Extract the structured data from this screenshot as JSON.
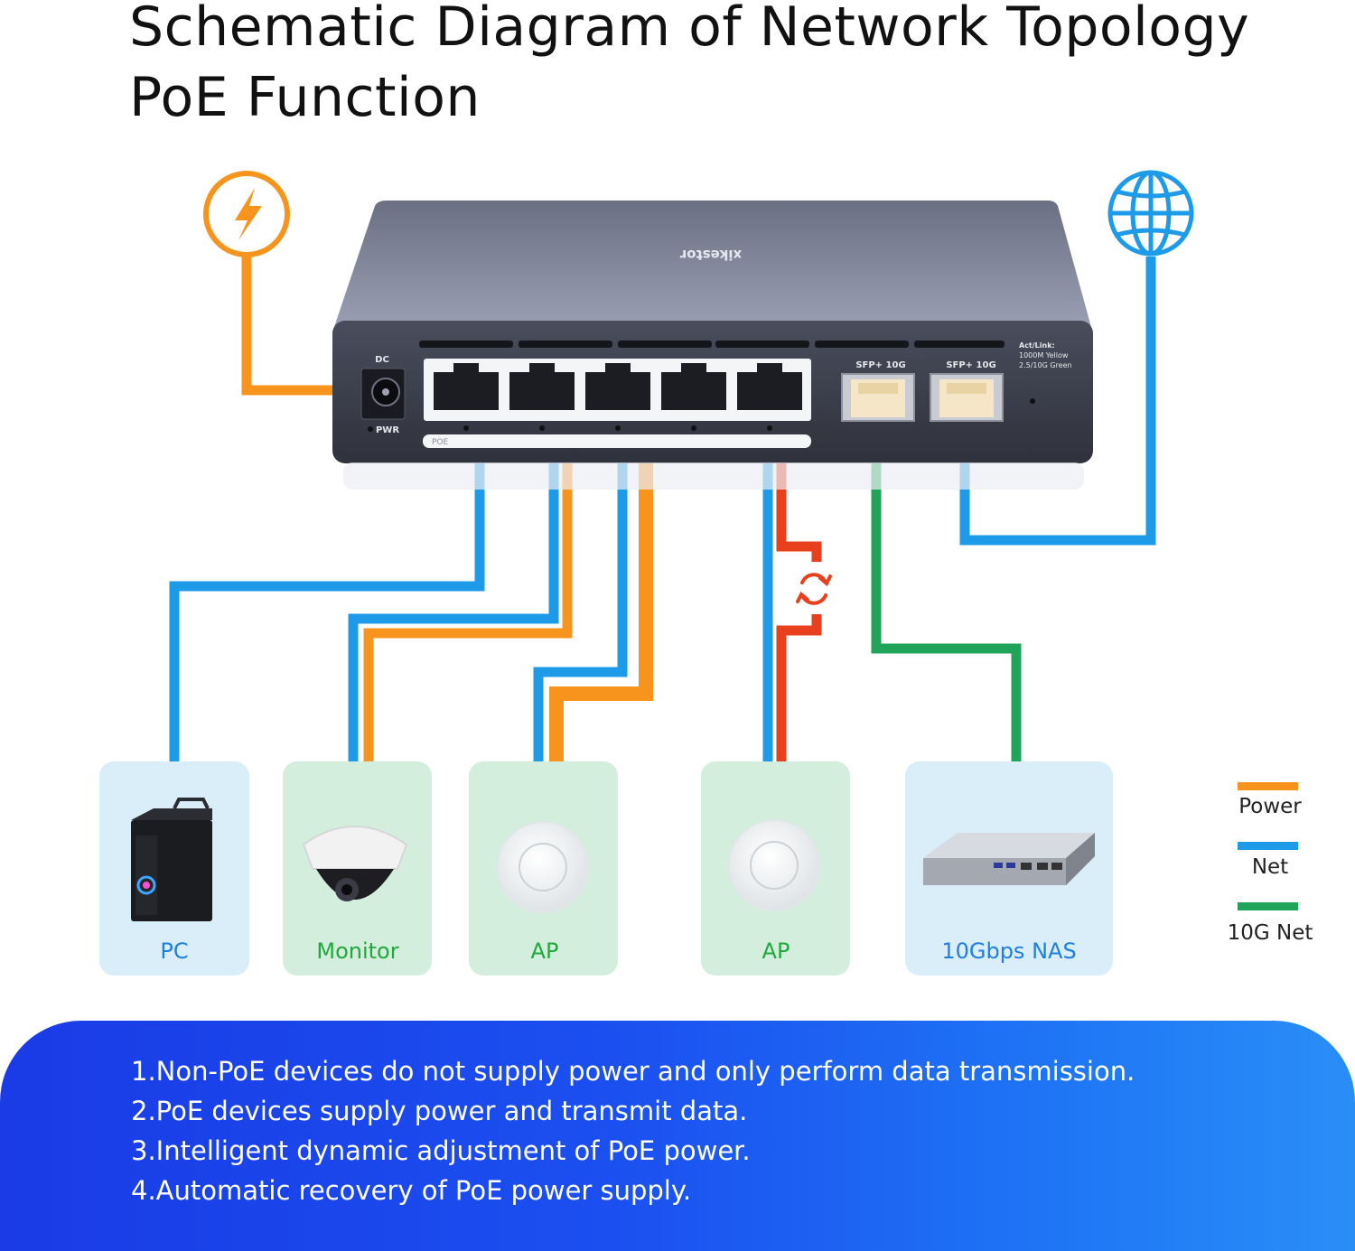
{
  "title": {
    "line1": "Schematic Diagram of Network Topology",
    "line2": "PoE Function"
  },
  "switch": {
    "brand": "xikestor",
    "dc_label": "DC",
    "pwr_label": "PWR",
    "sfp_label_1": "SFP+ 10G",
    "sfp_label_2": "SFP+ 10G",
    "led_title": "Act/Link:",
    "led_line1": "1000M   Yellow",
    "led_line2": "2.5/10G  Green",
    "poe_strip": "POE"
  },
  "devices": [
    {
      "label": "PC",
      "icon": "pc-tower-icon",
      "label_color": "#1e7fe0"
    },
    {
      "label": "Monitor",
      "icon": "dome-camera-icon",
      "label_color": "#22a83a"
    },
    {
      "label": "AP",
      "icon": "access-point-icon",
      "label_color": "#22a83a"
    },
    {
      "label": "AP",
      "icon": "access-point-icon",
      "label_color": "#22a83a"
    },
    {
      "label": "10Gbps NAS",
      "icon": "nas-icon",
      "label_color": "#1e7fe0"
    }
  ],
  "legend": [
    {
      "label": "Power",
      "color": "#f7941d"
    },
    {
      "label": "Net",
      "color": "#1e9be8"
    },
    {
      "label": "10G Net",
      "color": "#1fa45a"
    }
  ],
  "icons": {
    "power": "lightning-bolt-icon",
    "internet": "globe-icon",
    "recovery": "refresh-icon"
  },
  "colors": {
    "power": "#f7941d",
    "net": "#1e9be8",
    "ten_g": "#1fa45a",
    "recovery": "#e8401c",
    "card_blue": "#daeefa",
    "card_green": "#d3eedd"
  },
  "notes": [
    "1.Non-PoE devices do not supply power and only perform data transmission.",
    "2.PoE devices supply power and transmit data.",
    "3.Intelligent dynamic adjustment of PoE power.",
    "4.Automatic recovery of PoE power supply."
  ]
}
